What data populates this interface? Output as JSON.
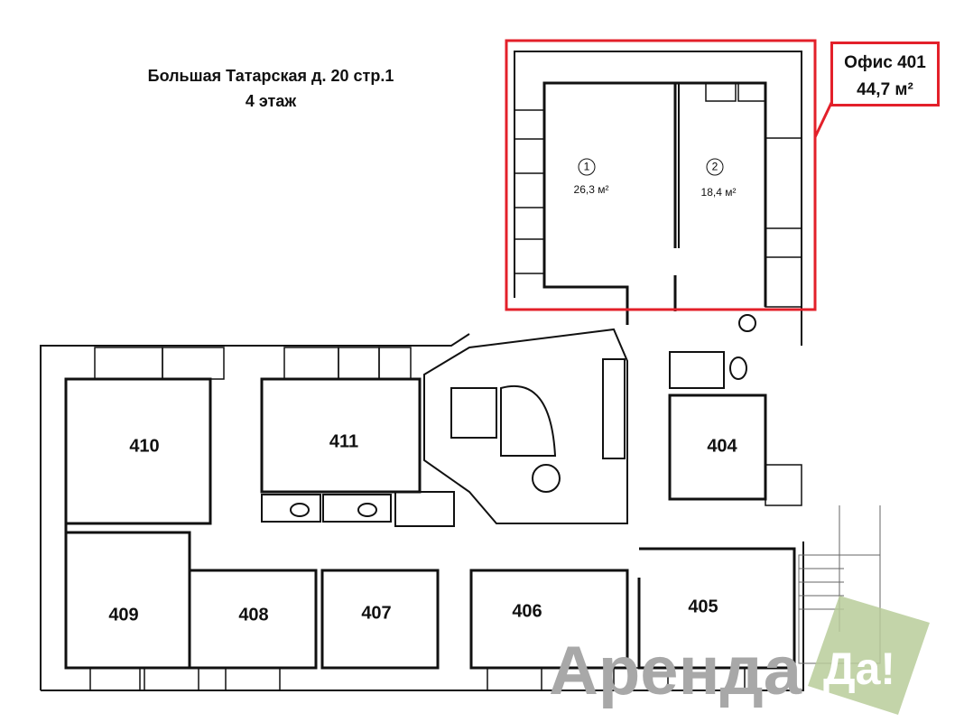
{
  "header": {
    "address": "Большая Татарская д. 20 стр.1",
    "floor": "4 этаж"
  },
  "office": {
    "name": "Офис 401",
    "area": "44,7 м²",
    "highlight_color": "#e3202a"
  },
  "sub_rooms": [
    {
      "number": "1",
      "area": "26,3 м²"
    },
    {
      "number": "2",
      "area": "18,4 м²"
    }
  ],
  "rooms": [
    "410",
    "411",
    "409",
    "408",
    "407",
    "406",
    "405",
    "404"
  ],
  "watermark": {
    "text": "Аренда",
    "suffix": "Да!",
    "accent": "#b9cc9a"
  }
}
